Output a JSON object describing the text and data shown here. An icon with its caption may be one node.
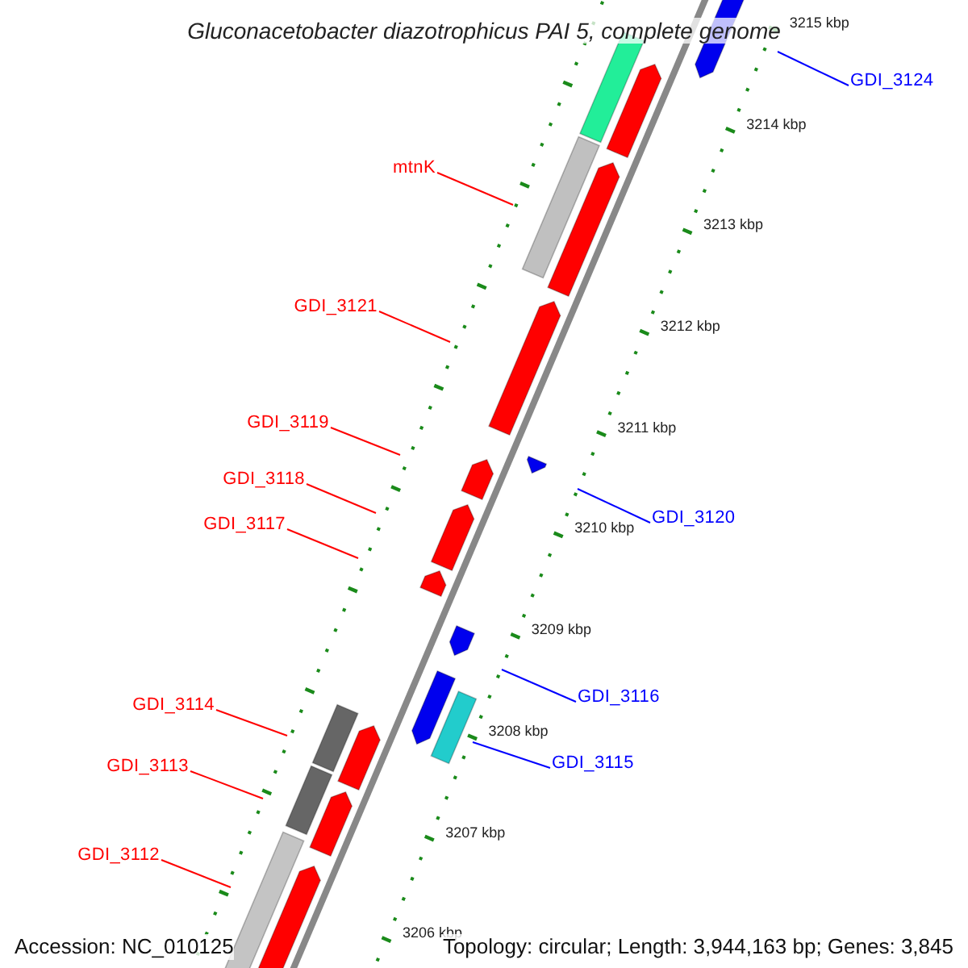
{
  "diagram": {
    "title": "Gluconacetobacter diazotrophicus PAI 5, complete genome",
    "nodes": [
      {
        "text": [
          "GDI_3124"
        ]
      },
      {
        "text": [
          "mtnK"
        ]
      },
      {
        "text": [
          "GDI_3121"
        ]
      },
      {
        "text": [
          "GDI_3119"
        ]
      },
      {
        "text": [
          "GDI_3118"
        ]
      },
      {
        "text": [
          "GDI_3120"
        ]
      },
      {
        "text": [
          "GDI_3117"
        ]
      },
      {
        "text": [
          "GDI_3116"
        ]
      },
      {
        "text": [
          "GDI_3114"
        ]
      },
      {
        "text": [
          "GDI_3115"
        ]
      },
      {
        "text": [
          "GDI_3113"
        ]
      },
      {
        "text": [
          "GDI_3112"
        ]
      }
    ],
    "edges": [
      {
        "from": 0,
        "to": null,
        "arrow": "none",
        "color": "#0000ff"
      },
      {
        "from": 1,
        "to": null,
        "arrow": "none"
      },
      {
        "from": 2,
        "to": null,
        "arrow": "none"
      },
      {
        "from": 3,
        "to": null,
        "arrow": "none"
      },
      {
        "from": 4,
        "to": null,
        "arrow": "none"
      },
      {
        "from": 5,
        "to": null,
        "arrow": "none",
        "color": "#0000ff"
      },
      {
        "from": 6,
        "to": null,
        "arrow": "none"
      },
      {
        "from": 7,
        "to": null,
        "arrow": "none",
        "color": "#0000ff"
      },
      {
        "from": 8,
        "to": null,
        "arrow": "none"
      },
      {
        "from": 9,
        "to": null,
        "arrow": "none",
        "color": "#0000ff"
      },
      {
        "from": 10,
        "to": null,
        "arrow": "none"
      },
      {
        "from": 11,
        "to": null,
        "arrow": "none"
      }
    ],
    "labels": [
      "3215 kbp",
      "3214 kbp",
      "3213 kbp",
      "3212 kbp",
      "3211 kbp",
      "3210 kbp",
      "3209 kbp",
      "3208 kbp",
      "3207 kbp",
      "3206 kbp",
      "Accession: NC_010125",
      "Topology: circular; Length: 3,944,163 bp; Genes: 3,845"
    ]
  }
}
